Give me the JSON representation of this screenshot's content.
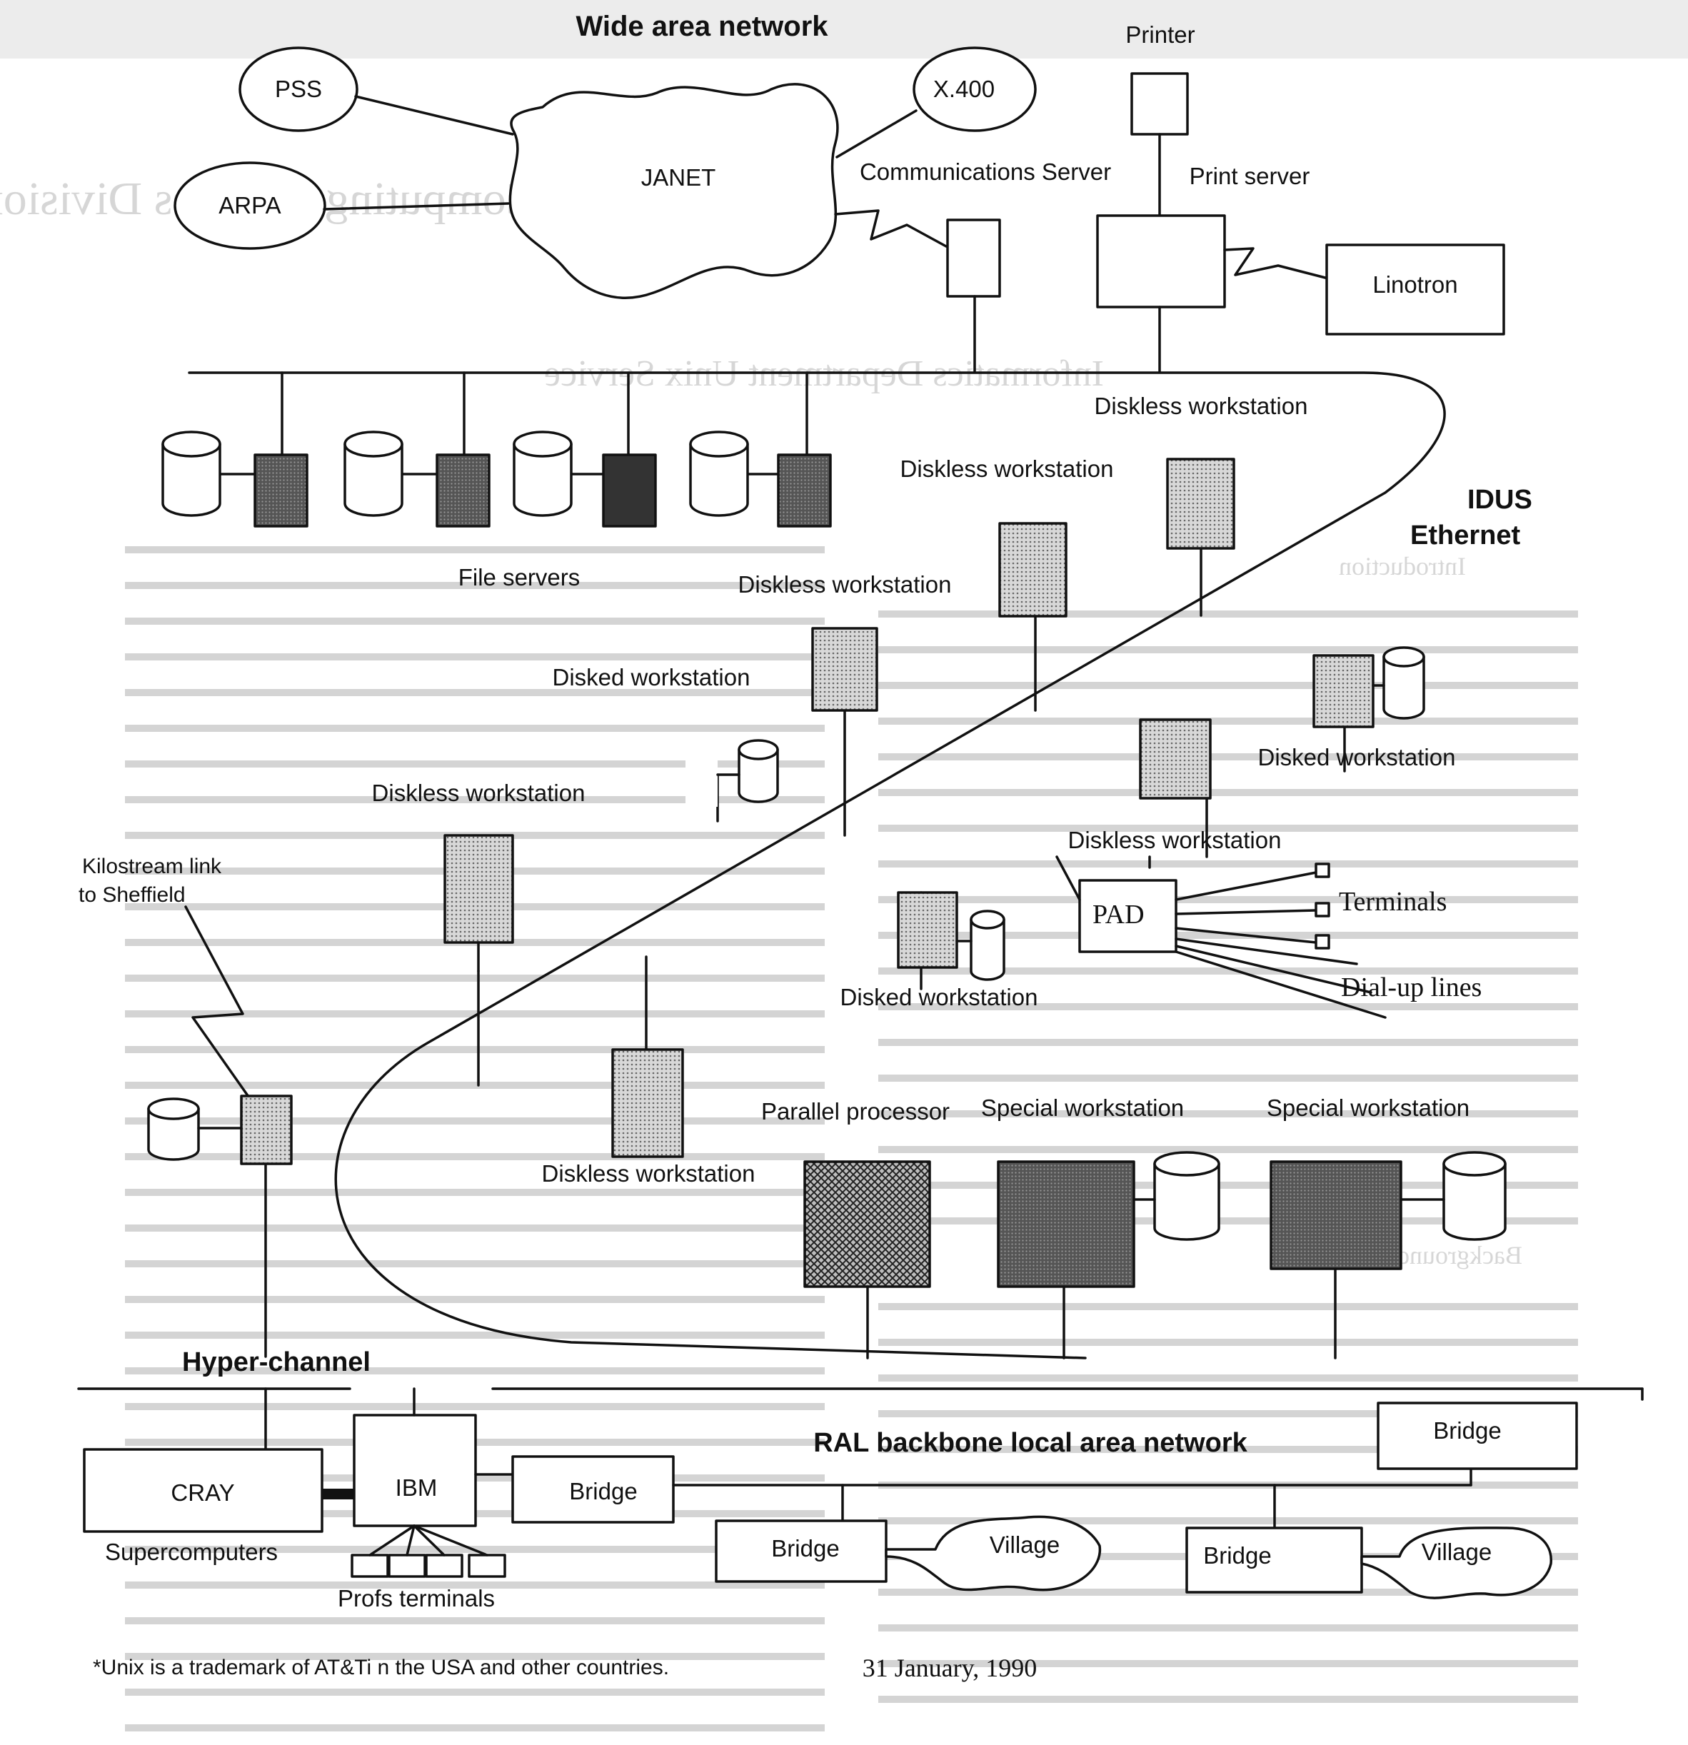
{
  "title": "Wide area network",
  "labels": {
    "pss": "PSS",
    "arpa": "ARPA",
    "x400": "X.400",
    "janet": "JANET",
    "printer": "Printer",
    "comm_server": "Communications Server",
    "print_server": "Print server",
    "linotron": "Linotron",
    "file_servers": "File servers",
    "diskless_ws": "Diskless workstation",
    "disked_ws": "Disked workstation",
    "idus_ethernet_1": "IDUS",
    "idus_ethernet_2": "Ethernet",
    "pad": "PAD",
    "terminals": "Terminals",
    "dialup": "Dial-up lines",
    "kilostream_1": "Kilostream  link",
    "kilostream_2": "to  Sheffield",
    "parallel": "Parallel processor",
    "special_ws": "Special workstation",
    "hyperchannel": "Hyper-channel",
    "ral_backbone": "RAL backbone local area network",
    "cray": "CRAY",
    "ibm": "IBM",
    "bridge": "Bridge",
    "village": "Village",
    "supercomputers": "Supercomputers",
    "profs": "Profs  terminals"
  },
  "footnote": "*Unix is a trademark of AT&Ti n  the USA and other countries.",
  "date": "31 January, 1990",
  "background_text": {
    "title": "Distributed Computing Services Division",
    "subtitle": "Informatics Department Unix Service",
    "introduction": "Introduction",
    "background": "Background"
  }
}
